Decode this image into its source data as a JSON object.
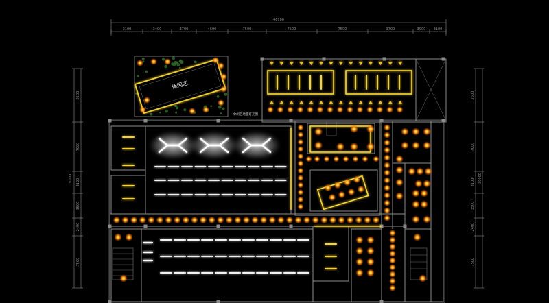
{
  "labels": {
    "lounge": "休闲区",
    "lounge_floor_strip": "休闲区地面灯光图"
  },
  "dimensions": {
    "top_total": "46700",
    "top_segments": [
      "3100",
      "3400",
      "3700",
      "4600",
      "7500",
      "7500",
      "7500",
      "3700",
      "3900",
      "3100"
    ],
    "left_total": "30000",
    "left_segments": [
      "2500",
      "7000",
      "3100",
      "3500",
      "2400",
      "7500"
    ],
    "right_total": "30000",
    "right_segments": [
      "2500",
      "7000",
      "3100",
      "3500",
      "2400",
      "7500"
    ]
  },
  "colors": {
    "background": "#000000",
    "wall": "#8a8a8a",
    "cove_light": "#f5d23a",
    "downlight_core": "#ffb020",
    "downlight_glow": "#ff6a00",
    "linear_light": "#f2f2f2",
    "dimension": "#8a8a8a",
    "planting": "#2f6b2a"
  }
}
